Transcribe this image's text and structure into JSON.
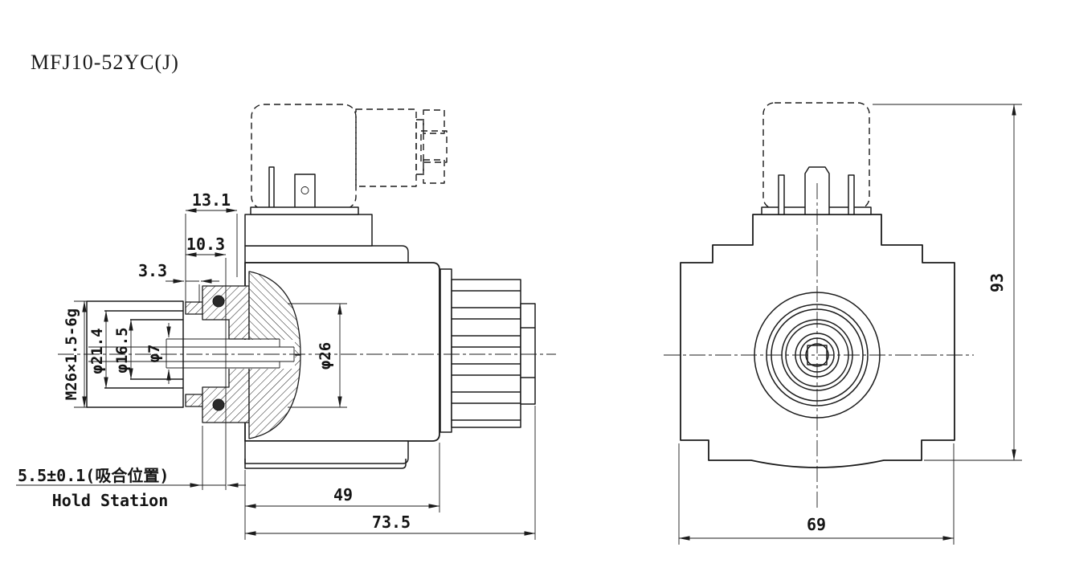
{
  "title": "MFJ10-52YC(J)",
  "colors": {
    "line": "#1b1b1b",
    "background": "#ffffff",
    "oring_fill": "#2a2a2a"
  },
  "side_view": {
    "name": "side section view of solenoid",
    "dims": {
      "w13_1": "13.1",
      "w10_3": "10.3",
      "w3_3": "3.3",
      "thread": "M26×1.5-6g",
      "d21_4": "φ21.4",
      "d16_5": "φ16.5",
      "d7": "φ7",
      "d26": "φ26",
      "hold_cn": "5.5±0.1(吸合位置)",
      "hold_en": "Hold Station",
      "l49": "49",
      "l73_5": "73.5"
    }
  },
  "front_view": {
    "name": "front view of solenoid",
    "dims": {
      "h93": "93",
      "w69": "69"
    }
  }
}
